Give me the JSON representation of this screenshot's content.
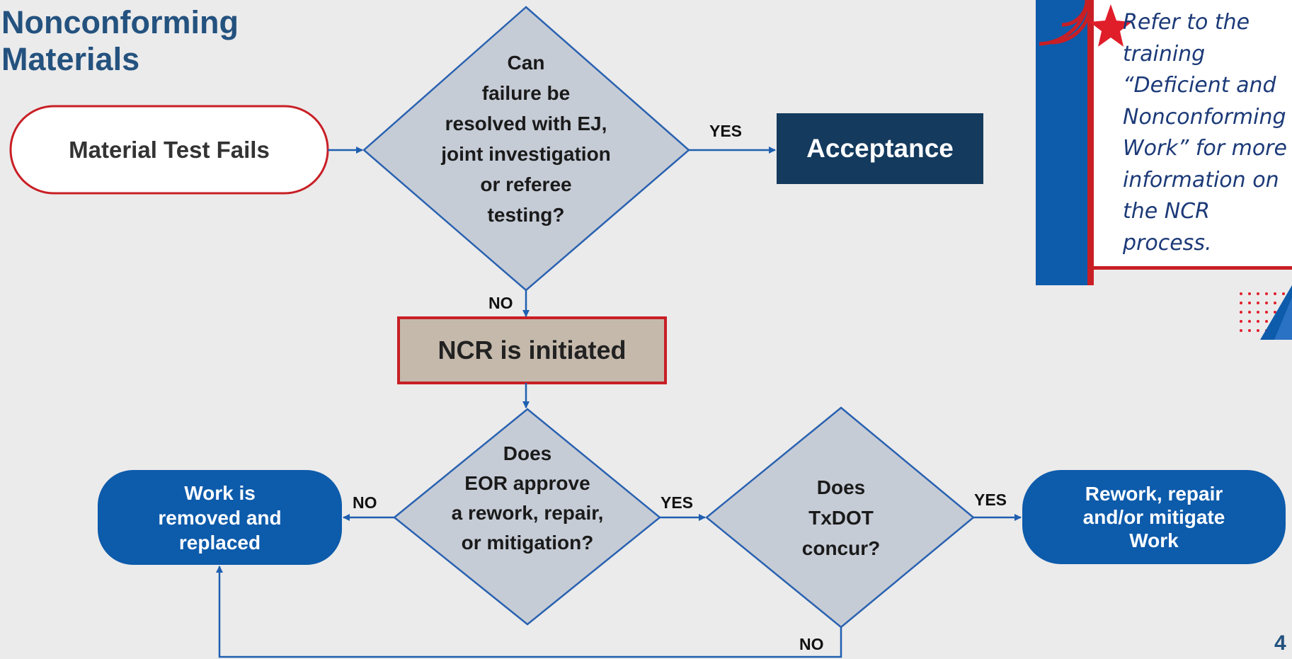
{
  "title": {
    "line1": "Nonconforming",
    "line2": "Materials"
  },
  "nodes": {
    "start": "Material Test Fails",
    "q1": [
      "Can",
      "failure be",
      "resolved with EJ,",
      "joint investigation",
      "or referee",
      "testing?"
    ],
    "acceptance": "Acceptance",
    "ncr": "NCR is initiated",
    "q2": [
      "Does",
      "EOR approve",
      "a rework, repair,",
      "or mitigation?"
    ],
    "q3": [
      "Does",
      "TxDOT",
      "concur?"
    ],
    "removed": [
      "Work is",
      "removed and",
      "replaced"
    ],
    "rework": [
      "Rework, repair",
      "and/or mitigate",
      "Work"
    ]
  },
  "edge_labels": {
    "q1_yes": "YES",
    "q1_no": "NO",
    "q2_no": "NO",
    "q2_yes": "YES",
    "q3_yes": "YES",
    "q3_no": "NO"
  },
  "note": {
    "lines": [
      "Refer to the",
      "training",
      "“Deficient and",
      "Nonconforming",
      "Work” for more",
      "information on",
      "the NCR",
      "process."
    ]
  },
  "page_number": "4",
  "colors": {
    "title": "#24527f",
    "start_border": "#c81f25",
    "diamond_fill": "#c6ccd6",
    "diamond_border": "#2a62b0",
    "acceptance_fill": "#143a5e",
    "ncr_fill": "#c4b9ab",
    "ncr_border": "#c81f25",
    "pill_fill": "#0d5bab",
    "arrow": "#1f5fb0",
    "accent_red": "#e01e2a"
  }
}
